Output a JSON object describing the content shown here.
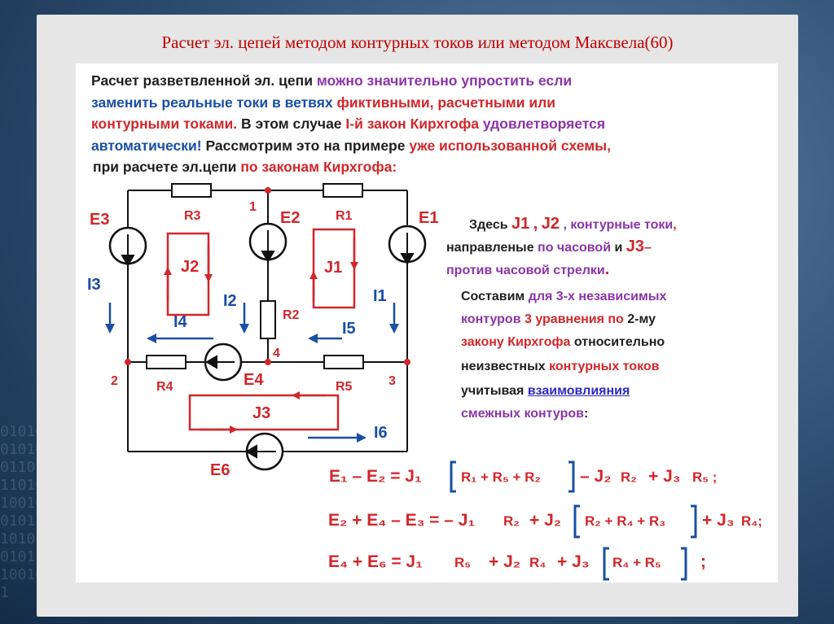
{
  "title": "Расчет эл. цепей методом контурных токов или методом Максвела(60)",
  "intro": {
    "l1a": "Расчет разветвленной эл. цепи ",
    "l1b": "можно значительно упростить если",
    "l2a": "заменить реальные токи в ветвях ",
    "l2b": "фиктивными, расчетными или",
    "l3a": "контурными токами. ",
    "l3b": "В этом случае ",
    "l3c": "I-й закон Кирхгофа",
    "l3d": " удовлетворяется",
    "l4a": "автоматически! ",
    "l4b": "Рассмотрим это на примере ",
    "l4c": "уже использованной схемы",
    "l4d": ",",
    "l5a": "при расчете эл.цепи ",
    "l5b": "по законам Кирхгофа:"
  },
  "notes": {
    "n1a": "Здесь ",
    "n1b": ", контурные токи",
    "n1c": ",",
    "n2a": "направленые ",
    "n2b": "по часовой",
    "n2c": " и ",
    "n2d": "–",
    "n3a": "против часовой стрелки",
    "n3b": ".",
    "n4a": "Составим ",
    "n4b": "для 3-х независимых",
    "n5a": "контуров ",
    "n5b": "3 уравнения по ",
    "n5c": "2-му",
    "n6a": "закону Кирхгофа",
    "n6b": " относительно",
    "n7a": "неизвестных ",
    "n7b": "контурных токов",
    "n8a": "учитывая ",
    "n8b": "взаимовлияния",
    "n9a": "смежных контуров",
    "n9b": ":"
  },
  "circuit": {
    "R1": "R1",
    "R2": "R2",
    "R3": "R3",
    "R4": "R4",
    "R5": "R5",
    "E1": "E1",
    "E2": "E2",
    "E3": "E3",
    "E4": "E4",
    "E6": "E6",
    "I1": "I1",
    "I2": "I2",
    "I3": "I3",
    "I4": "I4",
    "I5": "I5",
    "I6": "I6",
    "J1": "J1",
    "J2": "J2",
    "J3": "J3",
    "node1": "1",
    "node2": "2",
    "node3": "3",
    "node4": "4"
  },
  "colors": {
    "title": "#c00000",
    "red": "#d0272b",
    "blue": "#1a4fa3",
    "purple": "#8b35a8",
    "wire": "#111111"
  }
}
